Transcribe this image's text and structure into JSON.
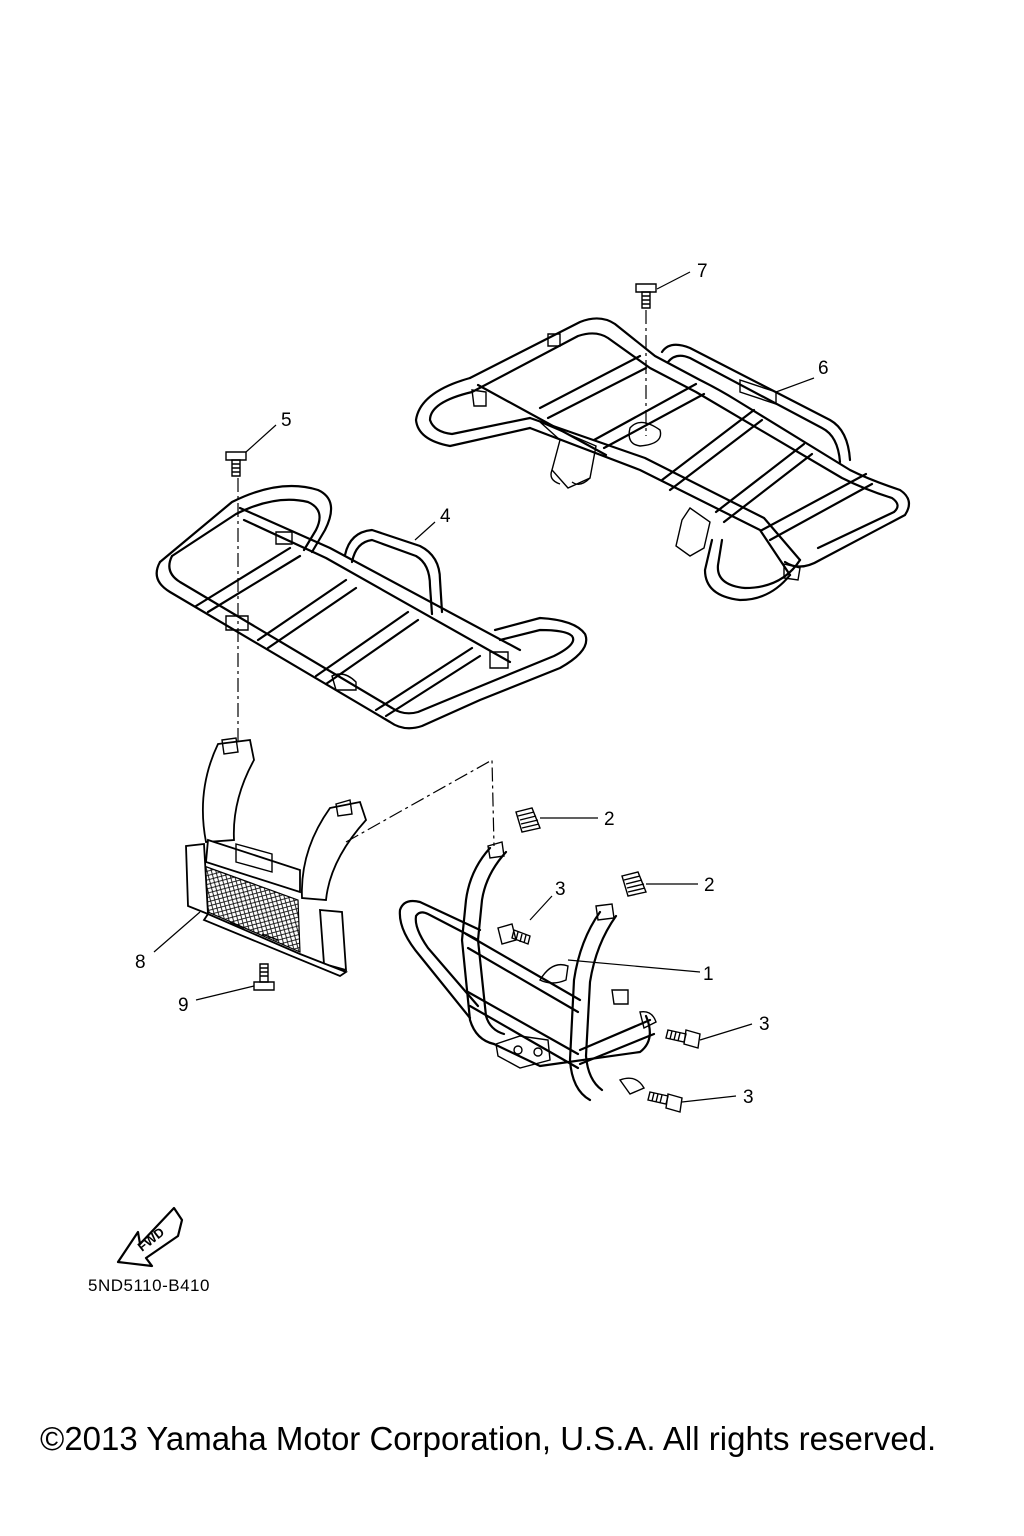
{
  "callouts": {
    "c1": "1",
    "c2a": "2",
    "c2b": "2",
    "c3a": "3",
    "c3b": "3",
    "c3c": "3",
    "c4": "4",
    "c5": "5",
    "c6": "6",
    "c7": "7",
    "c8": "8",
    "c9": "9"
  },
  "fwd_label": "FWD",
  "diagram_ref": "5ND5110-B410",
  "copyright": "©2013 Yamaha Motor Corporation, U.S.A. All rights reserved.",
  "icons": {
    "direction": "fwd-arrow-icon"
  }
}
